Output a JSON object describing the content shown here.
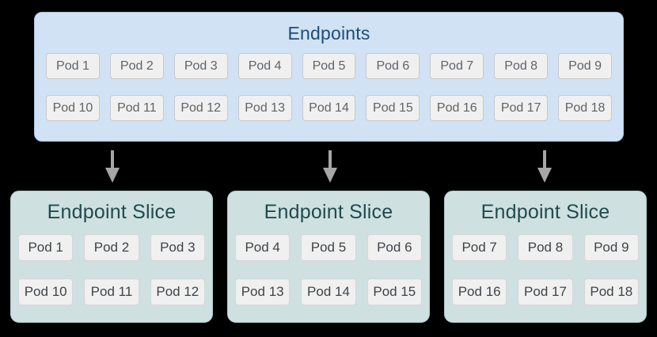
{
  "colors": {
    "page_background": "#000000",
    "endpoints_box_bg": "#d0e2f3",
    "endpoints_box_border": "#a9c6e0",
    "endpoints_title": "#1e4c7a",
    "slice_box_bg": "#cfe0e1",
    "slice_box_border": "#b2cccd",
    "slice_title": "#1f4b4e",
    "pod_bg": "#f0f0f0",
    "pod_border": "#c9c9c9",
    "pod_text": "#5f6368",
    "slice_pod_border": "#d6d6d6",
    "slice_pod_text": "#3f4448",
    "arrow": "#a6a6a6"
  },
  "endpoints_box": {
    "title": "Endpoints",
    "rows": [
      [
        "Pod 1",
        "Pod 2",
        "Pod 3",
        "Pod 4",
        "Pod 5",
        "Pod 6",
        "Pod 7",
        "Pod 8",
        "Pod 9"
      ],
      [
        "Pod 10",
        "Pod 11",
        "Pod 12",
        "Pod 13",
        "Pod 14",
        "Pod 15",
        "Pod 16",
        "Pod 17",
        "Pod 18"
      ]
    ]
  },
  "arrows": [
    {
      "icon": "down-arrow"
    },
    {
      "icon": "down-arrow"
    },
    {
      "icon": "down-arrow"
    }
  ],
  "slices": [
    {
      "title": "Endpoint Slice",
      "rows": [
        [
          "Pod 1",
          "Pod 2",
          "Pod 3"
        ],
        [
          "Pod 10",
          "Pod 11",
          "Pod 12"
        ]
      ]
    },
    {
      "title": "Endpoint Slice",
      "rows": [
        [
          "Pod 4",
          "Pod 5",
          "Pod 6"
        ],
        [
          "Pod 13",
          "Pod 14",
          "Pod 15"
        ]
      ]
    },
    {
      "title": "Endpoint Slice",
      "rows": [
        [
          "Pod 7",
          "Pod 8",
          "Pod 9"
        ],
        [
          "Pod 16",
          "Pod 17",
          "Pod 18"
        ]
      ]
    }
  ]
}
